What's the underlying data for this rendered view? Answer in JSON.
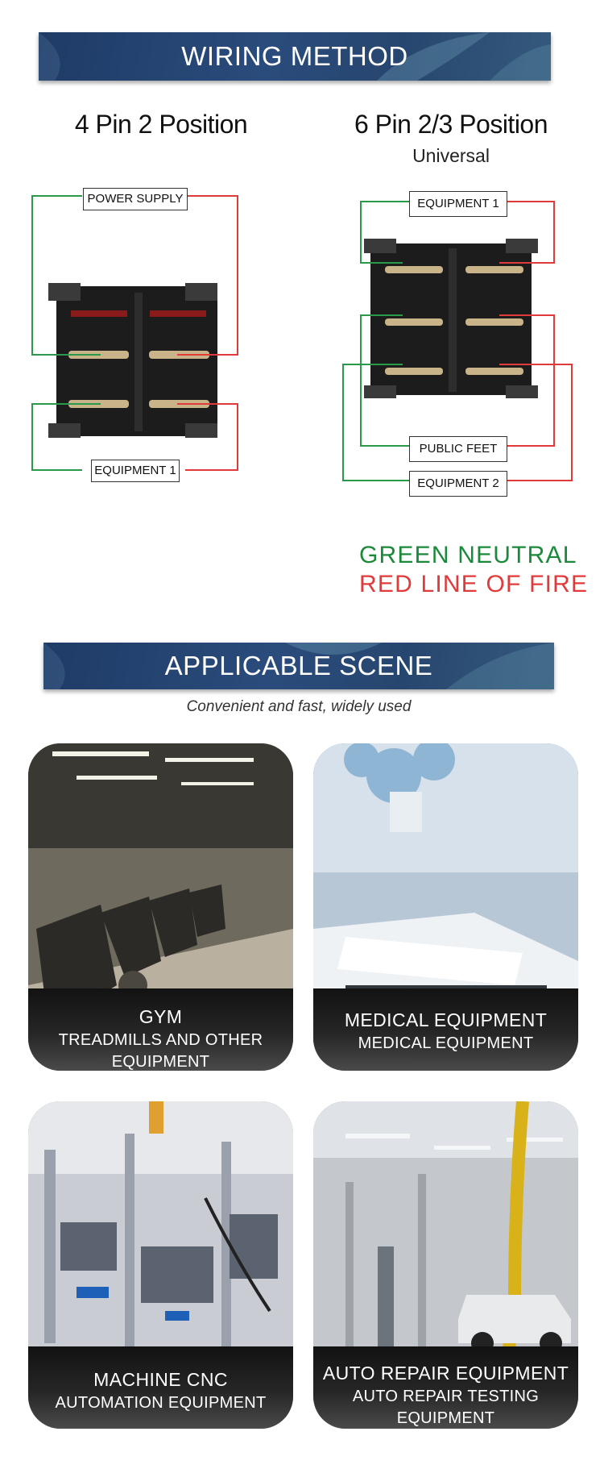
{
  "wiring_banner": "WIRING METHOD",
  "left_diagram": {
    "title": "4 Pin 2 Position",
    "top_label": "POWER SUPPLY",
    "bottom_label": "EQUIPMENT 1"
  },
  "right_diagram": {
    "title": "6 Pin 2/3 Position",
    "subtitle": "Universal",
    "top_label": "EQUIPMENT 1",
    "mid_label": "PUBLIC FEET",
    "bottom_label": "EQUIPMENT 2"
  },
  "legend": {
    "green_text": "GREEN NEUTRAL",
    "red_text": "RED LINE OF FIRE",
    "green_color": "#1a8a3a",
    "red_color": "#e03a3a"
  },
  "scene_banner": "APPLICABLE SCENE",
  "scene_tagline": "Convenient and fast, widely used",
  "scenes": [
    {
      "title": "GYM",
      "subtitle": "TREADMILLS AND OTHER EQUIPMENT"
    },
    {
      "title": "MEDICAL EQUIPMENT",
      "subtitle": "MEDICAL EQUIPMENT"
    },
    {
      "title": "MACHINE CNC",
      "subtitle": "AUTOMATION EQUIPMENT"
    },
    {
      "title": "AUTO REPAIR EQUIPMENT",
      "subtitle": "AUTO REPAIR TESTING EQUIPMENT"
    }
  ]
}
